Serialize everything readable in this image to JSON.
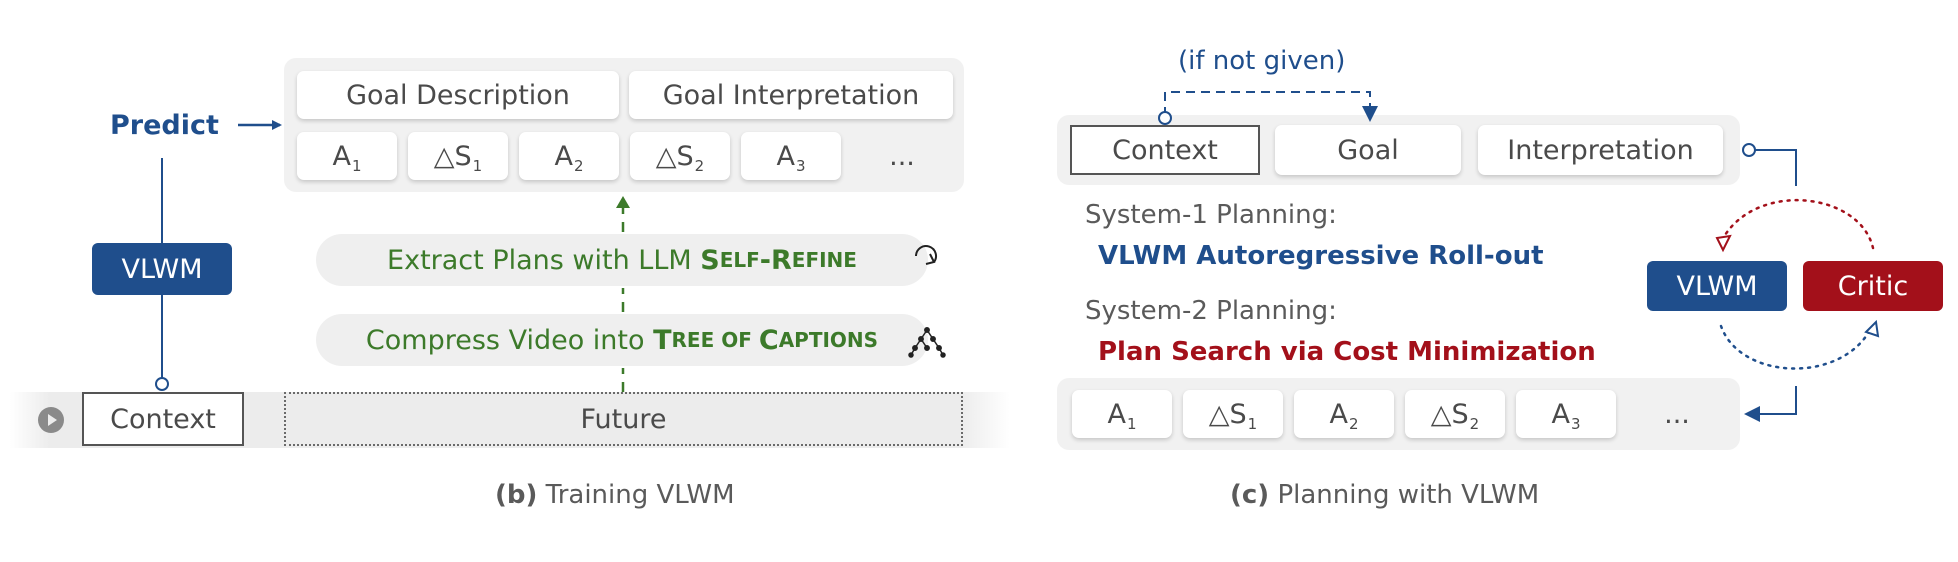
{
  "panel_b": {
    "predict_label": "Predict",
    "model_label": "VLWM",
    "context_label": "Context",
    "future_label": "Future",
    "goal_description": "Goal Description",
    "goal_interpretation": "Goal Interpretation",
    "sequence": [
      {
        "main": "A",
        "sub": "1"
      },
      {
        "main": "△S",
        "sub": "1"
      },
      {
        "main": "A",
        "sub": "2"
      },
      {
        "main": "△S",
        "sub": "2"
      },
      {
        "main": "A",
        "sub": "3"
      },
      {
        "main": "...",
        "sub": ""
      }
    ],
    "extract": {
      "prefix": "Extract Plans with LLM ",
      "sc1_big": "S",
      "sc1_small": "ELF",
      "dash": "-",
      "sc2_big": "R",
      "sc2_small": "EFINE"
    },
    "compress": {
      "prefix": "Compress Video into ",
      "w1_big": "T",
      "w1_small": "REE ",
      "w2_small": "OF ",
      "w3_big": "C",
      "w3_small": "APTIONS"
    },
    "caption_bold": "(b)",
    "caption_text": " Training VLWM"
  },
  "panel_c": {
    "if_not_given": "(if not given)",
    "context_label": "Context",
    "goal_label": "Goal",
    "interpretation_label": "Interpretation",
    "system1_label": "System-1 Planning:",
    "system1_method": "VLWM Autoregressive Roll-out",
    "system2_label": "System-2 Planning:",
    "system2_method": "Plan Search via Cost Minimization",
    "model_label": "VLWM",
    "critic_label": "Critic",
    "sequence": [
      {
        "main": "A",
        "sub": "1"
      },
      {
        "main": "△S",
        "sub": "1"
      },
      {
        "main": "A",
        "sub": "2"
      },
      {
        "main": "△S",
        "sub": "2"
      },
      {
        "main": "A",
        "sub": "3"
      },
      {
        "main": "...",
        "sub": ""
      }
    ],
    "caption_bold": "(c)",
    "caption_text": " Planning with VLWM"
  },
  "colors": {
    "blue": "#1f4e8c",
    "red": "#a3101a",
    "green": "#3c7a2a",
    "panel_gray": "#f1f1f1"
  }
}
